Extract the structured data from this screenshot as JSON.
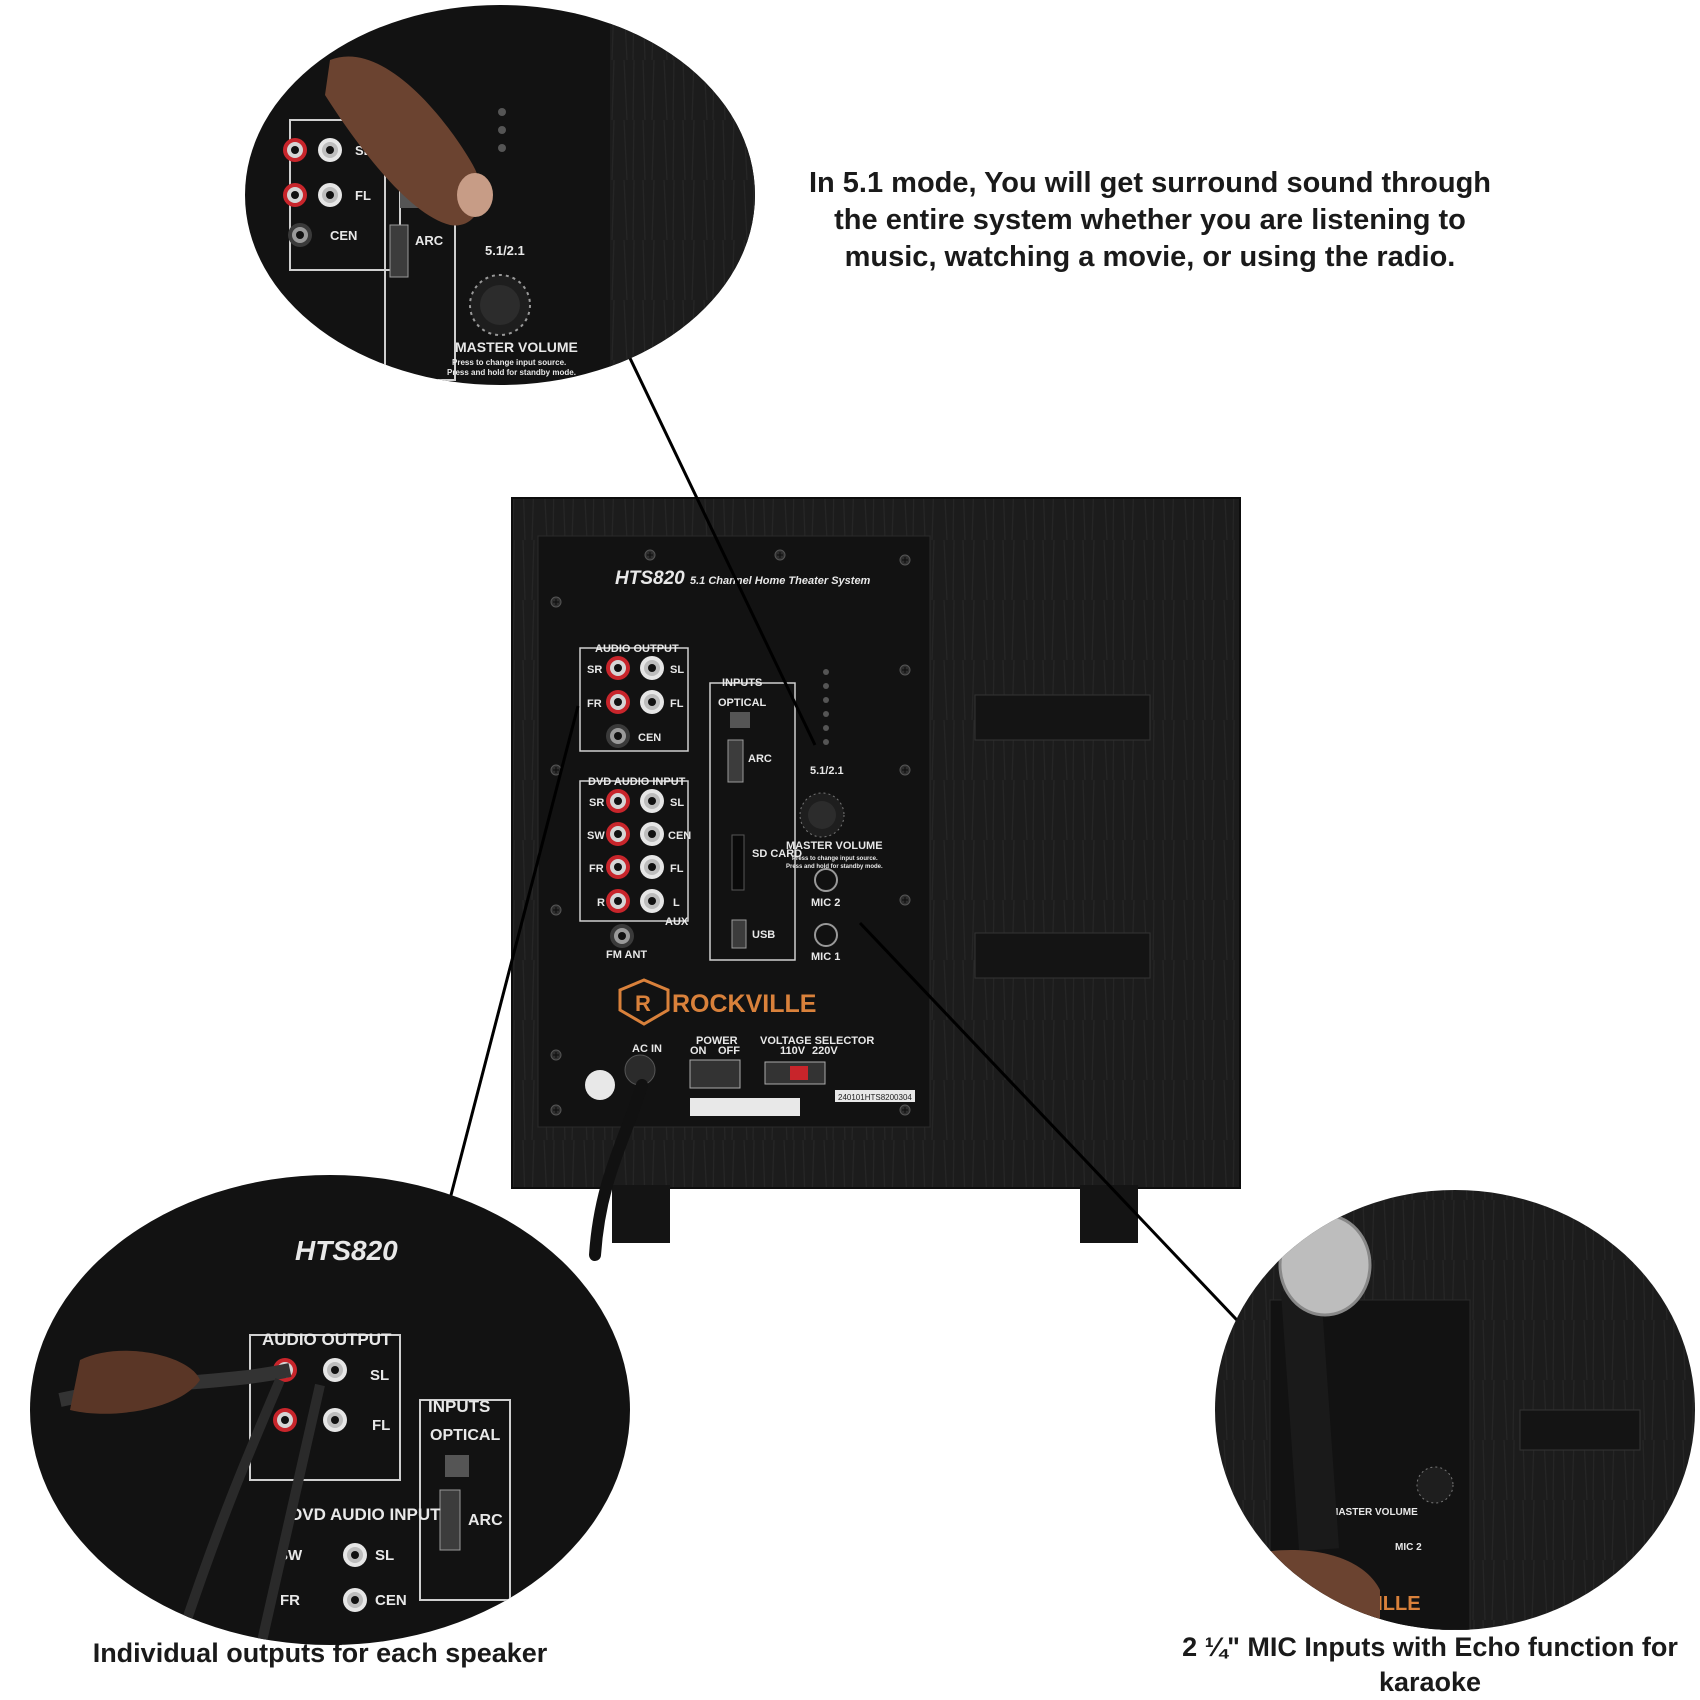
{
  "captions": {
    "top": "In 5.1 mode, You will get surround sound through the entire system whether you are listening to music, watching a movie, or using the radio.",
    "left": "Individual outputs for each speaker",
    "right": "2 ¼\" MIC Inputs with Echo function for karaoke"
  },
  "panel": {
    "model": "HTS820",
    "subtitle": "5.1 Channel Home Theater System",
    "audio_output": "AUDIO OUTPUT",
    "dvd_audio_input": "DVD AUDIO INPUT",
    "inputs": "INPUTS",
    "optical": "OPTICAL",
    "arc": "ARC",
    "sd_card": "SD CARD",
    "usb": "USB",
    "mode": "5.1/2.1",
    "master_volume": "MASTER VOLUME",
    "master_volume_note_1": "Press to change input source.",
    "master_volume_note_2": "Press and hold for standby mode.",
    "mic2": "MIC 2",
    "mic1": "MIC 1",
    "fm_ant": "FM ANT",
    "aux": "AUX",
    "brand": "ROCKVILLE",
    "ac_in": "AC IN",
    "power": "POWER",
    "on": "ON",
    "off": "OFF",
    "voltage_selector": "VOLTAGE SELECTOR",
    "v110": "110V",
    "v220": "220V",
    "serial": "240101HTS8200304",
    "channels": {
      "sr": "SR",
      "sl": "SL",
      "fr": "FR",
      "fl": "FL",
      "cen": "CEN",
      "sw": "SW",
      "r": "R",
      "l": "L"
    }
  },
  "colors": {
    "cabinet": "#1c1c1c",
    "panel": "#121212",
    "brand_orange": "#d9813b",
    "rca_red": "#c8252b",
    "caption_text": "#1a1a1a"
  }
}
